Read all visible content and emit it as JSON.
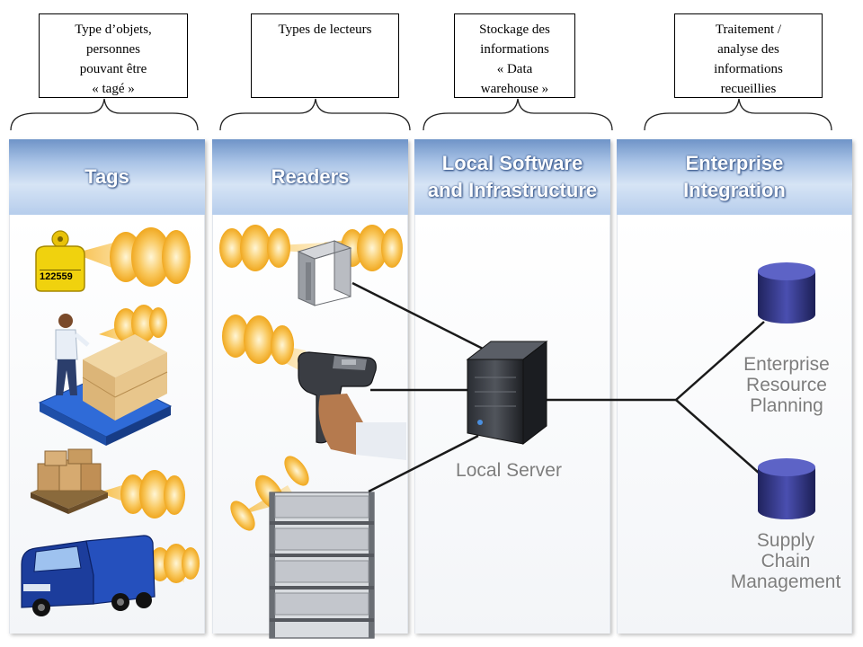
{
  "annotations": [
    {
      "lines": [
        "Type d’objets,",
        "personnes",
        "pouvant être",
        "« tagé »"
      ]
    },
    {
      "lines": [
        "Types de lecteurs"
      ]
    },
    {
      "lines": [
        "Stockage des",
        "informations",
        "« Data",
        "warehouse »"
      ]
    },
    {
      "lines": [
        "Traitement /",
        "analyse des",
        "informations",
        "recueillies"
      ]
    }
  ],
  "columns": [
    {
      "header": [
        "Tags"
      ]
    },
    {
      "header": [
        "Readers"
      ]
    },
    {
      "header": [
        "Local Software",
        "and Infrastructure"
      ]
    },
    {
      "header": [
        "Enterprise",
        "Integration"
      ]
    }
  ],
  "tag_number": "122559",
  "nodes": {
    "server": {
      "label": "Local Server"
    },
    "erp": {
      "label": [
        "Enterprise",
        "Resource",
        "Planning"
      ]
    },
    "scm": {
      "label": [
        "Supply",
        "Chain",
        "Management"
      ]
    }
  },
  "colors": {
    "header_top": "#6f94c8",
    "header_light": "#d6e4f5",
    "signal": "#f6b53a",
    "database": "#2c2f7a",
    "connector": "#1a1a1a",
    "label_gray": "#7d7d7d"
  },
  "icons": [
    "ear-tag-icon",
    "worker-pallet-icon",
    "boxes-pallet-icon",
    "truck-icon",
    "portal-reader-icon",
    "handheld-scanner-icon",
    "shelf-reader-icon",
    "server-icon",
    "database-icon",
    "rf-signal-icon"
  ]
}
